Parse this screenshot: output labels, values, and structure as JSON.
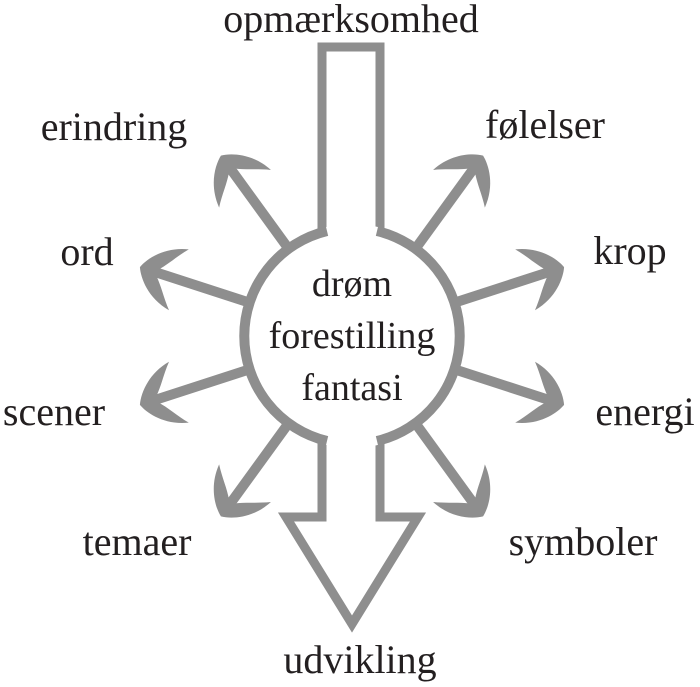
{
  "center": {
    "lines": [
      "drøm",
      "forestilling",
      "fantasi"
    ]
  },
  "labels": {
    "top": "opmærksomhed",
    "upper_left": "erindring",
    "upper_right": "følelser",
    "left": "ord",
    "right": "krop",
    "lower_left": "scener",
    "lower_right": "energi",
    "bottom_left": "temaer",
    "bottom_right": "symboler",
    "bottom": "udvikling"
  },
  "colors": {
    "arrow_gray": "#8e8e8e",
    "ink": "#231f20",
    "background": "#ffffff"
  }
}
